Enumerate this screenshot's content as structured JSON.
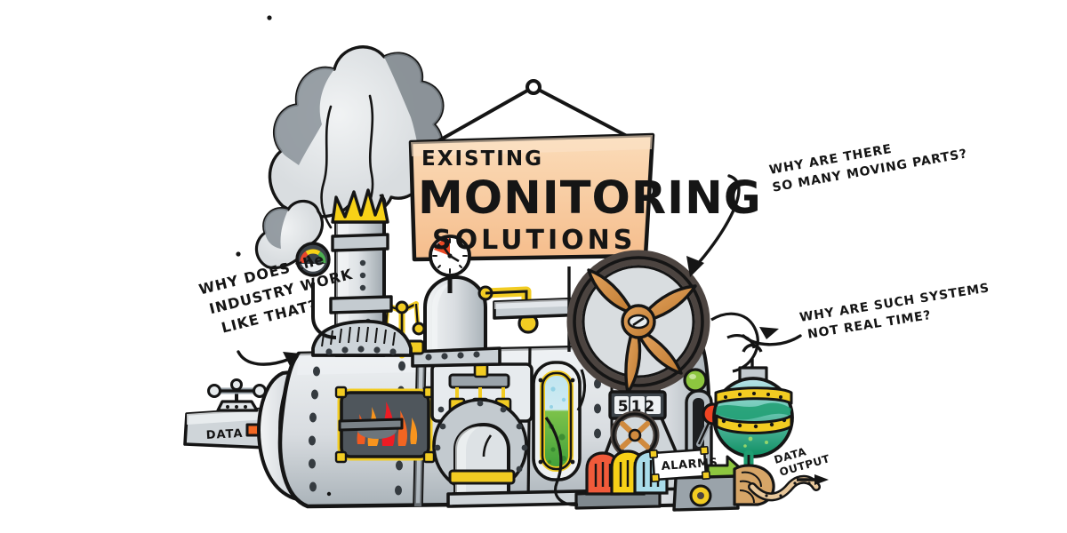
{
  "scene": {
    "title": "Existing Monitoring Solutions illustration",
    "background_color": "#ffffff",
    "ink_color": "#151515"
  },
  "sign": {
    "name": "hanging-sign",
    "line1": "EXISTING",
    "line2": "MONITORING",
    "line3": "SOLUTIONS",
    "paper_color": "#f8c79a",
    "paper_color_light": "#fbdcb9"
  },
  "annotations": [
    {
      "id": "question-industry",
      "line1": "WHY DOES the",
      "line2": "INDUSTRY WORK",
      "line3": "LIKE THAT?"
    },
    {
      "id": "question-moving-parts",
      "line1": "WHY ARE THERE",
      "line2": "SO MANY MOVING PARTS?"
    },
    {
      "id": "question-real-time",
      "line1": "WHY ARE SUCH SYSTEMS",
      "line2": "NOT REAL TIME?"
    }
  ],
  "labels": {
    "data_input": "DATA",
    "alarms": "ALARMS",
    "data_output_line1": "DATA",
    "data_output_line2": "OUTPUT"
  },
  "machine": {
    "name": "steam-monitoring-machine",
    "counter_value": "512",
    "body_color": "#d6dade",
    "body_shadow": "#b6bec4",
    "metal_dark": "#9aa3aa",
    "brass_color": "#f2cc22",
    "flywheel_rim": "#4c4440",
    "flywheel_hub": "#d08a3e",
    "fire_color": "#f05a21",
    "tank_green": "#1f9e72",
    "tank_green_light": "#7ecfa7",
    "lamp_red": "#f05a3a",
    "lamp_yellow": "#f7d117",
    "lamp_blue": "#a9dcea",
    "lever_knob": "#ef4423",
    "arrow_green": "#8dc63f",
    "arrow_orange": "#f26722",
    "smoke_light": "#e2e5e7",
    "smoke_dark": "#7d858b"
  },
  "gauges": [
    {
      "id": "rainbow-gauge",
      "zone_red": "#e8462d",
      "zone_yellow": "#f7d117",
      "zone_green": "#4caf50"
    },
    {
      "id": "pressure-clock",
      "danger_zone": "#e8462d",
      "face": "#ffffff"
    }
  ]
}
